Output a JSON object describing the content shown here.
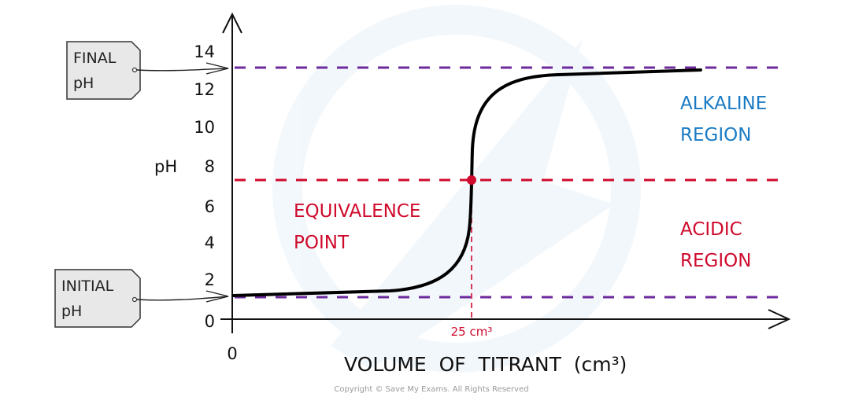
{
  "chart_data": {
    "type": "line",
    "title": "",
    "xlabel": "VOLUME OF TITRANT (cm³)",
    "ylabel": "pH",
    "ylim": [
      0,
      14
    ],
    "yticks": [
      "0",
      "2",
      "4",
      "6",
      "8",
      "10",
      "12",
      "14"
    ],
    "xticks": [
      "0"
    ],
    "series": [
      {
        "name": "titration curve",
        "x": [
          0,
          5,
          10,
          17,
          20,
          23,
          24.5,
          25,
          25.5,
          27,
          30,
          35,
          45,
          50
        ],
        "y": [
          1.5,
          1.6,
          1.7,
          1.8,
          2.3,
          3.5,
          5.0,
          7.5,
          10.0,
          11.8,
          12.6,
          12.8,
          12.9,
          13.0
        ]
      }
    ],
    "reference_lines": [
      {
        "name": "final pH",
        "y": 13.0,
        "color": "#6d2a9c",
        "style": "dashed"
      },
      {
        "name": "equivalence pH",
        "y": 7.5,
        "color": "#cf0a2c",
        "style": "dashed"
      },
      {
        "name": "initial pH",
        "y": 1.5,
        "color": "#6d2a9c",
        "style": "dashed"
      }
    ],
    "equivalence_point": {
      "x": 25,
      "y": 7.5,
      "x_label": "25 cm³"
    },
    "annotations": [
      "FINAL pH",
      "INITIAL pH",
      "EQUIVALENCE POINT",
      "ALKALINE REGION",
      "ACIDIC REGION"
    ],
    "grid": false,
    "legend": "none"
  },
  "labels": {
    "final_box": {
      "line1": "FINAL",
      "line2": "pH"
    },
    "initial_box": {
      "line1": "INITIAL",
      "line2": "pH"
    },
    "y_axis_title": "pH",
    "y_ticks": [
      "14",
      "12",
      "10",
      "8",
      "6",
      "4",
      "2",
      "0"
    ],
    "x_origin": "0",
    "x_axis_title": "VOLUME  OF  TITRANT  (cm³)",
    "equivalence": {
      "line1": "EQUIVALENCE",
      "line2": "POINT"
    },
    "equivalence_volume": "25 cm³",
    "alkaline": {
      "line1": "ALKALINE",
      "line2": "REGION"
    },
    "acidic": {
      "line1": "ACIDIC",
      "line2": "REGION"
    },
    "copyright": "Copyright © Save My Exams. All Rights Reserved"
  },
  "colors": {
    "purple": "#6d2a9c",
    "red": "#cf0a2c",
    "blue": "#1a7bc4",
    "box_fill": "#e8e8e8"
  }
}
